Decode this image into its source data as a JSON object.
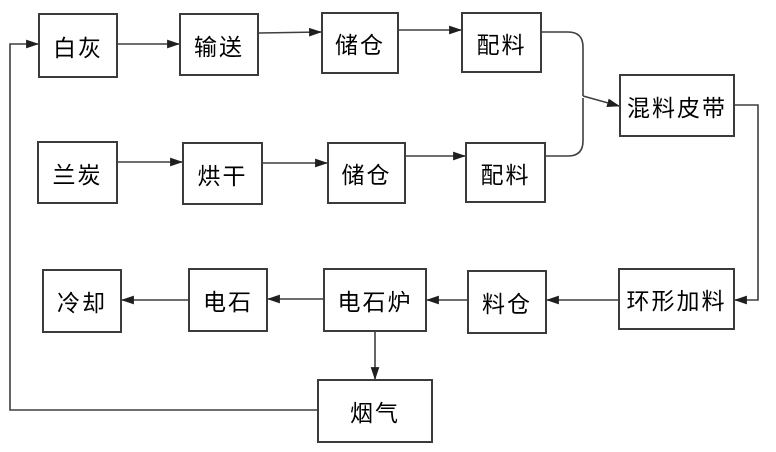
{
  "diagram": {
    "type": "process-flowchart",
    "colors": {
      "background": "#ffffff",
      "box_border": "#3b3b3b",
      "line": "#3f3f3f",
      "arrowhead": "#1f1f1f",
      "text": "#000000"
    },
    "nodes": {
      "white_lime": {
        "label": "白灰"
      },
      "conveying": {
        "label": "输送"
      },
      "storage_bin_1": {
        "label": "储仓"
      },
      "batching_1": {
        "label": "配料"
      },
      "semi_coke": {
        "label": "兰炭"
      },
      "drying": {
        "label": "烘干"
      },
      "storage_bin_2": {
        "label": "储仓"
      },
      "batching_2": {
        "label": "配料"
      },
      "mixing_belt": {
        "label": "混料皮带"
      },
      "ring_feeder": {
        "label": "环形加料"
      },
      "charge_bin": {
        "label": "料仓"
      },
      "carbide_furnace": {
        "label": "电石炉"
      },
      "calcium_carbide": {
        "label": "电石"
      },
      "cooling": {
        "label": "冷却"
      },
      "flue_gas": {
        "label": "烟气"
      }
    },
    "edges": [
      "white_lime -> conveying",
      "conveying -> storage_bin_1",
      "storage_bin_1 -> batching_1",
      "semi_coke -> drying",
      "drying -> storage_bin_2",
      "storage_bin_2 -> batching_2",
      "batching_1 -> mixing_belt",
      "batching_2 -> mixing_belt",
      "mixing_belt -> ring_feeder",
      "ring_feeder -> charge_bin",
      "charge_bin -> carbide_furnace",
      "carbide_furnace -> calcium_carbide",
      "calcium_carbide -> cooling",
      "carbide_furnace -> flue_gas",
      "flue_gas -> white_lime"
    ]
  }
}
